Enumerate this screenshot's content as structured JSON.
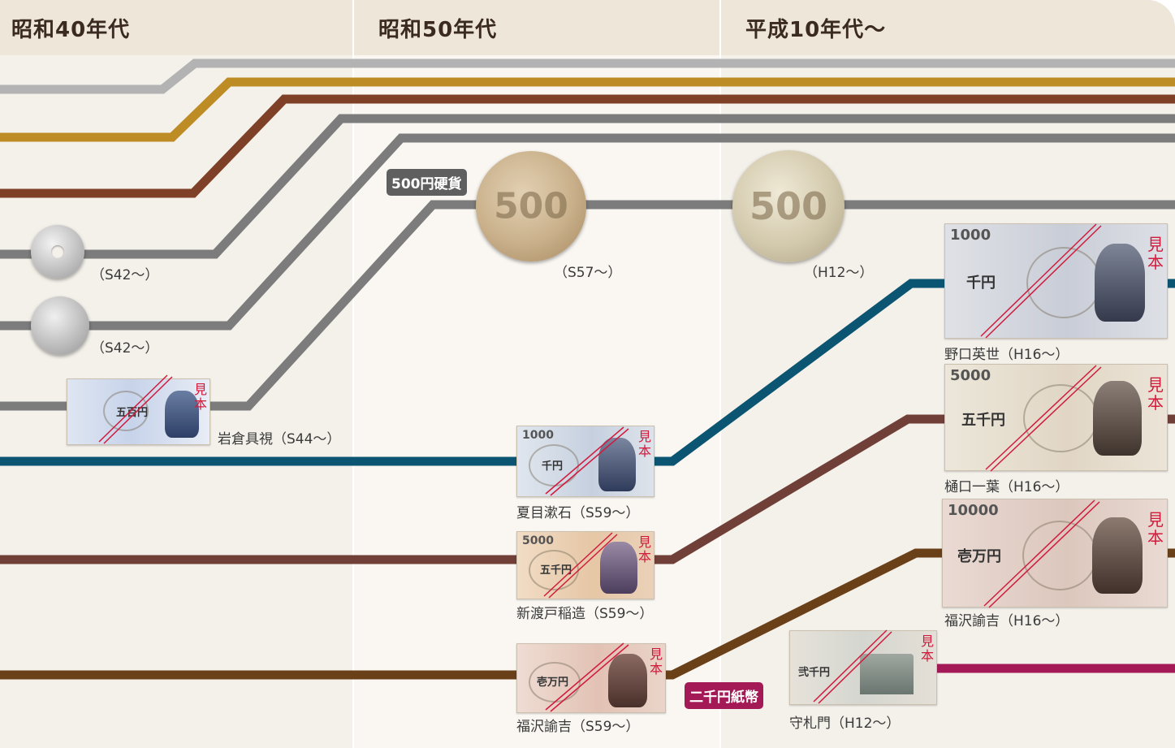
{
  "eras": [
    {
      "label": "昭和40年代"
    },
    {
      "label": "昭和50年代"
    },
    {
      "label": "平成10年代〜"
    }
  ],
  "coins": {
    "coin_5yen": {
      "caption": "（S42〜）"
    },
    "coin_100yen": {
      "caption": "（S42〜）"
    },
    "coin_500_old": {
      "caption": "（S57〜）",
      "face": "500"
    },
    "coin_500_new": {
      "caption": "（H12〜）",
      "face": "500"
    }
  },
  "tags": {
    "coin500": "500円硬貨",
    "note2000": "二千円紙幣"
  },
  "notes": {
    "iwakura": {
      "caption": "岩倉具視（S44〜）",
      "mark": "見本",
      "denom": "五百円",
      "value": ""
    },
    "natsume": {
      "caption": "夏目漱石（S59〜）",
      "mark": "見本",
      "denom": "千円",
      "value": "1000"
    },
    "nitobe": {
      "caption": "新渡戸稲造（S59〜）",
      "mark": "見本",
      "denom": "五千円",
      "value": "5000"
    },
    "fukuzawa_old": {
      "caption": "福沢諭吉（S59〜）",
      "mark": "見本",
      "denom": "壱万円",
      "value": ""
    },
    "shureimon": {
      "caption": "守札門（H12〜）",
      "mark": "見本",
      "denom": "弐千円",
      "value": ""
    },
    "noguchi": {
      "caption": "野口英世（H16〜）",
      "mark": "見本",
      "denom": "千円",
      "value": "1000"
    },
    "higuchi": {
      "caption": "樋口一葉（H16〜）",
      "mark": "見本",
      "denom": "五千円",
      "value": "5000"
    },
    "fukuzawa_new": {
      "caption": "福沢諭吉（H16〜）",
      "mark": "見本",
      "denom": "壱万円",
      "value": "10000"
    }
  },
  "colors": {
    "aluminum_line": "#b3b3b3",
    "gold_line": "#be8c25",
    "brown_line": "#7e4128",
    "gray_line": "#7c7c7c",
    "teal_line": "#0c5572",
    "mauve_line": "#704038",
    "dark_brown_line": "#6a4019",
    "magenta_line": "#a41a57",
    "mihon_red": "#d11a3c"
  }
}
